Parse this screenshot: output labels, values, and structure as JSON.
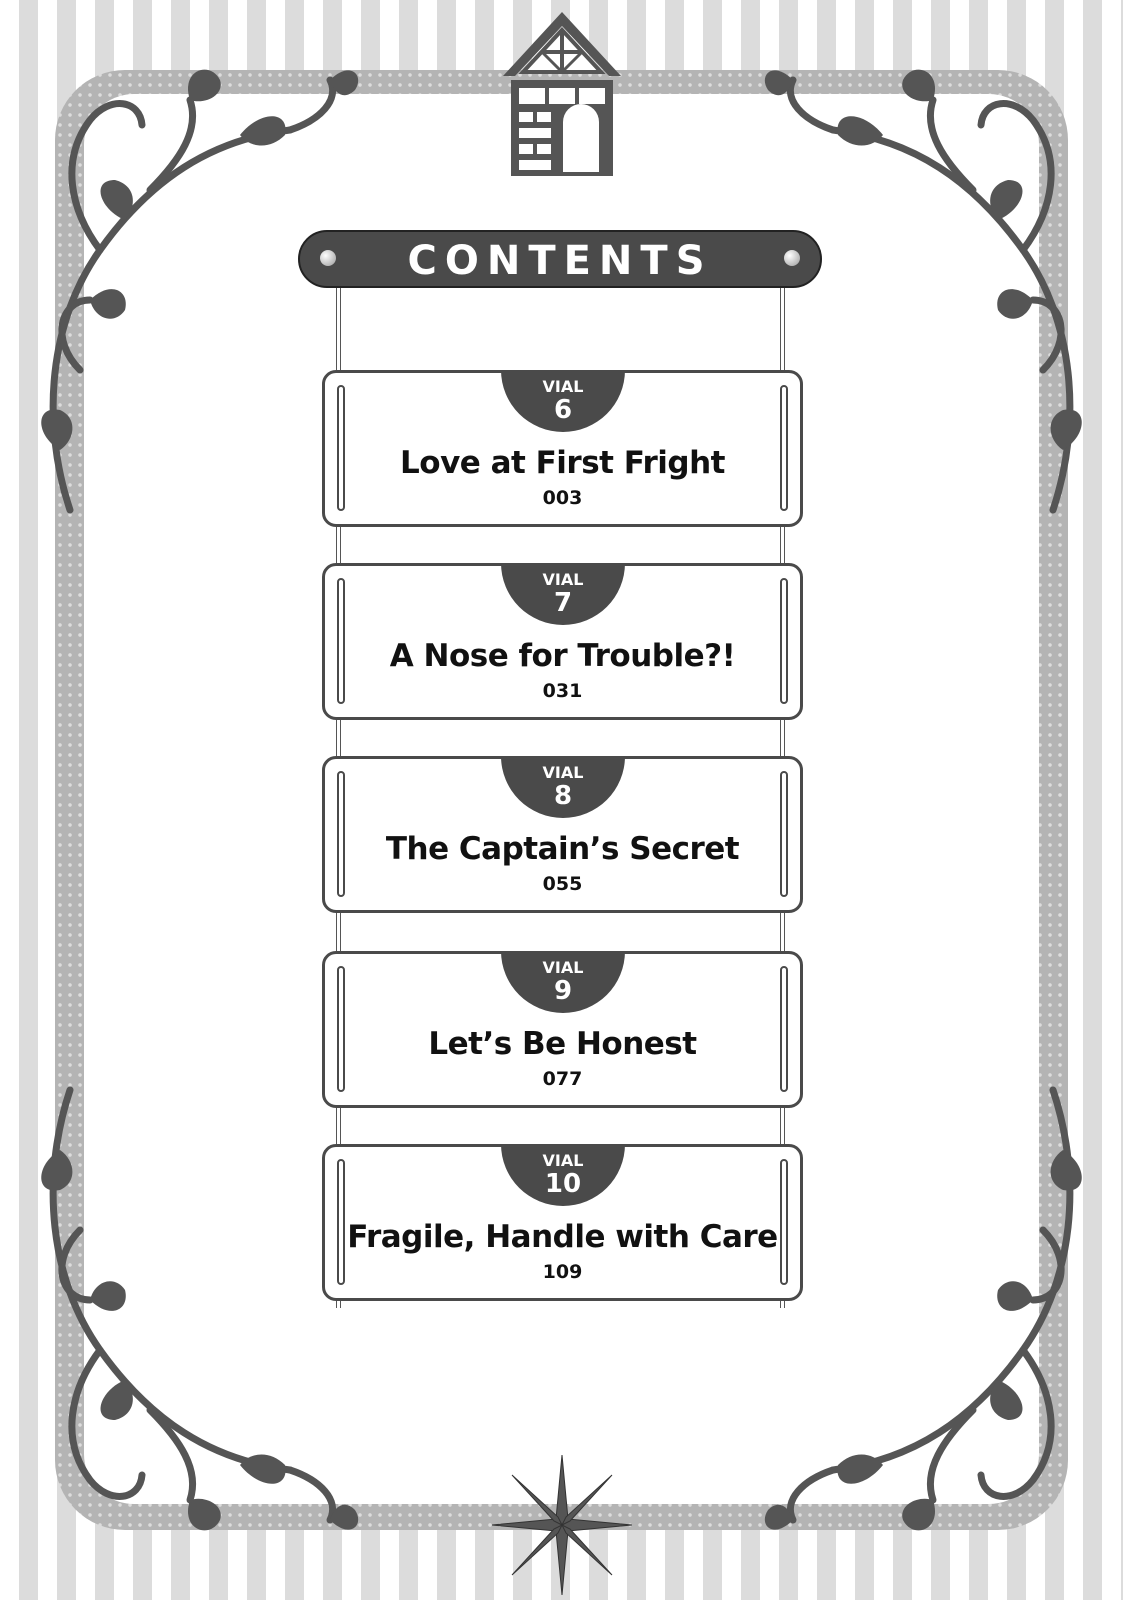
{
  "contents_title": "CONTENTS",
  "chapters": [
    {
      "label": "VIAL",
      "number": "6",
      "title": "Love at First Fright",
      "page": "003"
    },
    {
      "label": "VIAL",
      "number": "7",
      "title": "A Nose for Trouble?!",
      "page": "031"
    },
    {
      "label": "VIAL",
      "number": "8",
      "title": "The Captain’s Secret",
      "page": "055"
    },
    {
      "label": "VIAL",
      "number": "9",
      "title": "Let’s Be Honest",
      "page": "077"
    },
    {
      "label": "VIAL",
      "number": "10",
      "title": "Fragile, Handle with Care",
      "page": "109"
    }
  ],
  "colors": {
    "ink": "#4a4a4a",
    "border": "#b4b4b4",
    "stripe": "#dcdcdc"
  }
}
